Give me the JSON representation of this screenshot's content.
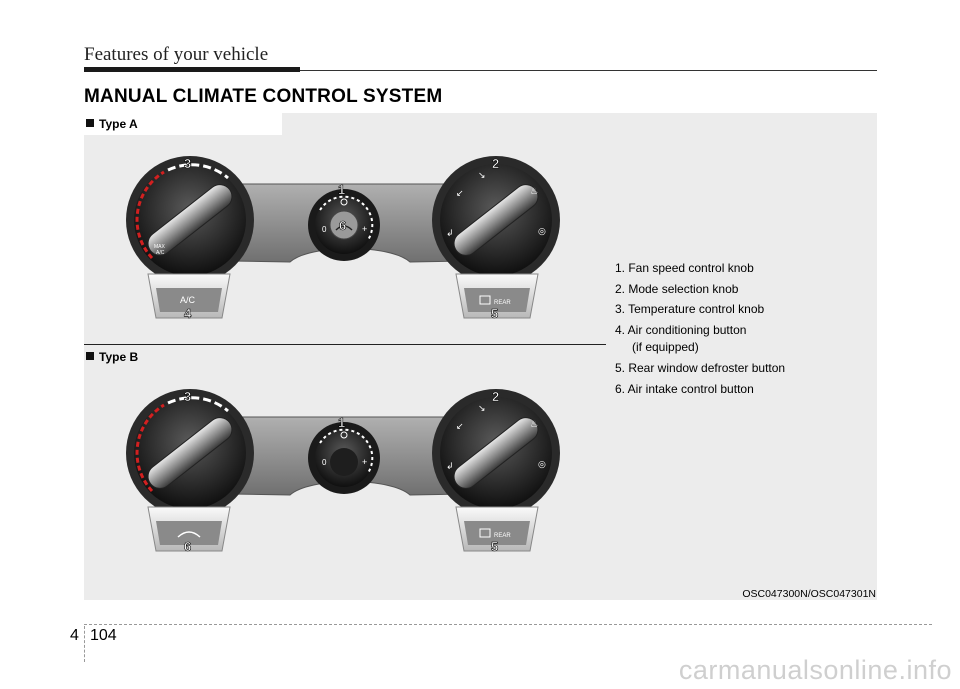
{
  "header": {
    "title": "Features of your vehicle"
  },
  "section": {
    "title": "MANUAL CLIMATE CONTROL SYSTEM"
  },
  "figure": {
    "type_a_label": "Type A",
    "type_b_label": "Type B",
    "code": "OSC047300N/OSC047301N",
    "panel_a": {
      "callouts": [
        "3",
        "2",
        "1",
        "6",
        "4",
        "5"
      ],
      "max_ac_label": "MAX\nA/C",
      "ac_button_label": "A/C",
      "rear_button_label": "REAR",
      "fan_min": "0",
      "fan_plus": "+"
    },
    "panel_b": {
      "callouts": [
        "3",
        "2",
        "1",
        "6",
        "5"
      ],
      "rear_button_label": "REAR",
      "fan_min": "0",
      "fan_plus": "+"
    }
  },
  "legend": {
    "items": [
      {
        "text": "1. Fan speed control knob"
      },
      {
        "text": "2. Mode selection knob"
      },
      {
        "text": "3. Temperature control knob"
      },
      {
        "text": "4. Air conditioning button",
        "sub": "(if equipped)"
      },
      {
        "text": "5. Rear window defroster button"
      },
      {
        "text": "6. Air intake control button"
      }
    ]
  },
  "footer": {
    "section": "4",
    "page": "104",
    "watermark": "carmanualsonline.info"
  },
  "colors": {
    "panel_bg": "#ececec",
    "bar_gray": "#8e8e8e",
    "knob_dark": "#1c1c1c",
    "temp_red": "#d22020"
  }
}
